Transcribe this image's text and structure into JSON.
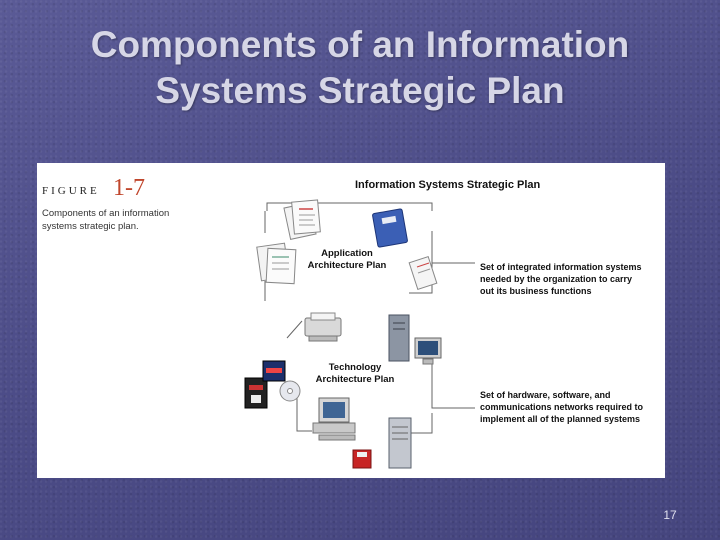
{
  "slide": {
    "title_line1": "Components of an Information",
    "title_line2": "Systems Strategic Plan",
    "page_number": "17"
  },
  "figure": {
    "label": "FIGURE",
    "number": "1-7",
    "caption": "Components of an information systems strategic plan.",
    "diagram": {
      "top_label": "Information Systems Strategic Plan",
      "application": {
        "label_line1": "Application",
        "label_line2": "Architecture Plan",
        "description_line1": "Set of integrated information systems",
        "description_line2": "needed by the organization to carry",
        "description_line3": "out its business functions"
      },
      "technology": {
        "label_line1": "Technology",
        "label_line2": "Architecture Plan",
        "description_line1": "Set of hardware, software, and",
        "description_line2": "communications networks required to",
        "description_line3": "implement all of the planned systems"
      }
    }
  }
}
